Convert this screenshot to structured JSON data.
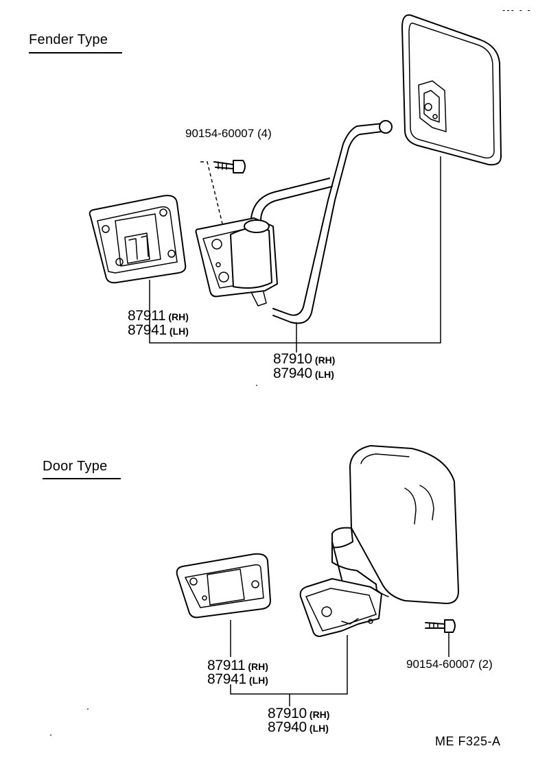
{
  "corner_mark": "--- - -",
  "sections": [
    {
      "heading": "Fender Type",
      "bolt": {
        "part": "90154-60007",
        "qty": "(4)"
      },
      "bracket": {
        "rh_part": "87911",
        "rh_side": "(RH)",
        "lh_part": "87941",
        "lh_side": "(LH)"
      },
      "mirror": {
        "rh_part": "87910",
        "rh_side": "(RH)",
        "lh_part": "87940",
        "lh_side": "(LH)"
      }
    },
    {
      "heading": "Door Type",
      "bolt": {
        "part": "90154-60007",
        "qty": "(2)"
      },
      "bracket": {
        "rh_part": "87911",
        "rh_side": "(RH)",
        "lh_part": "87941",
        "lh_side": "(LH)"
      },
      "mirror": {
        "rh_part": "87910",
        "rh_side": "(RH)",
        "lh_part": "87940",
        "lh_side": "(LH)"
      }
    }
  ],
  "footer": {
    "code": "ME  F325-A"
  }
}
